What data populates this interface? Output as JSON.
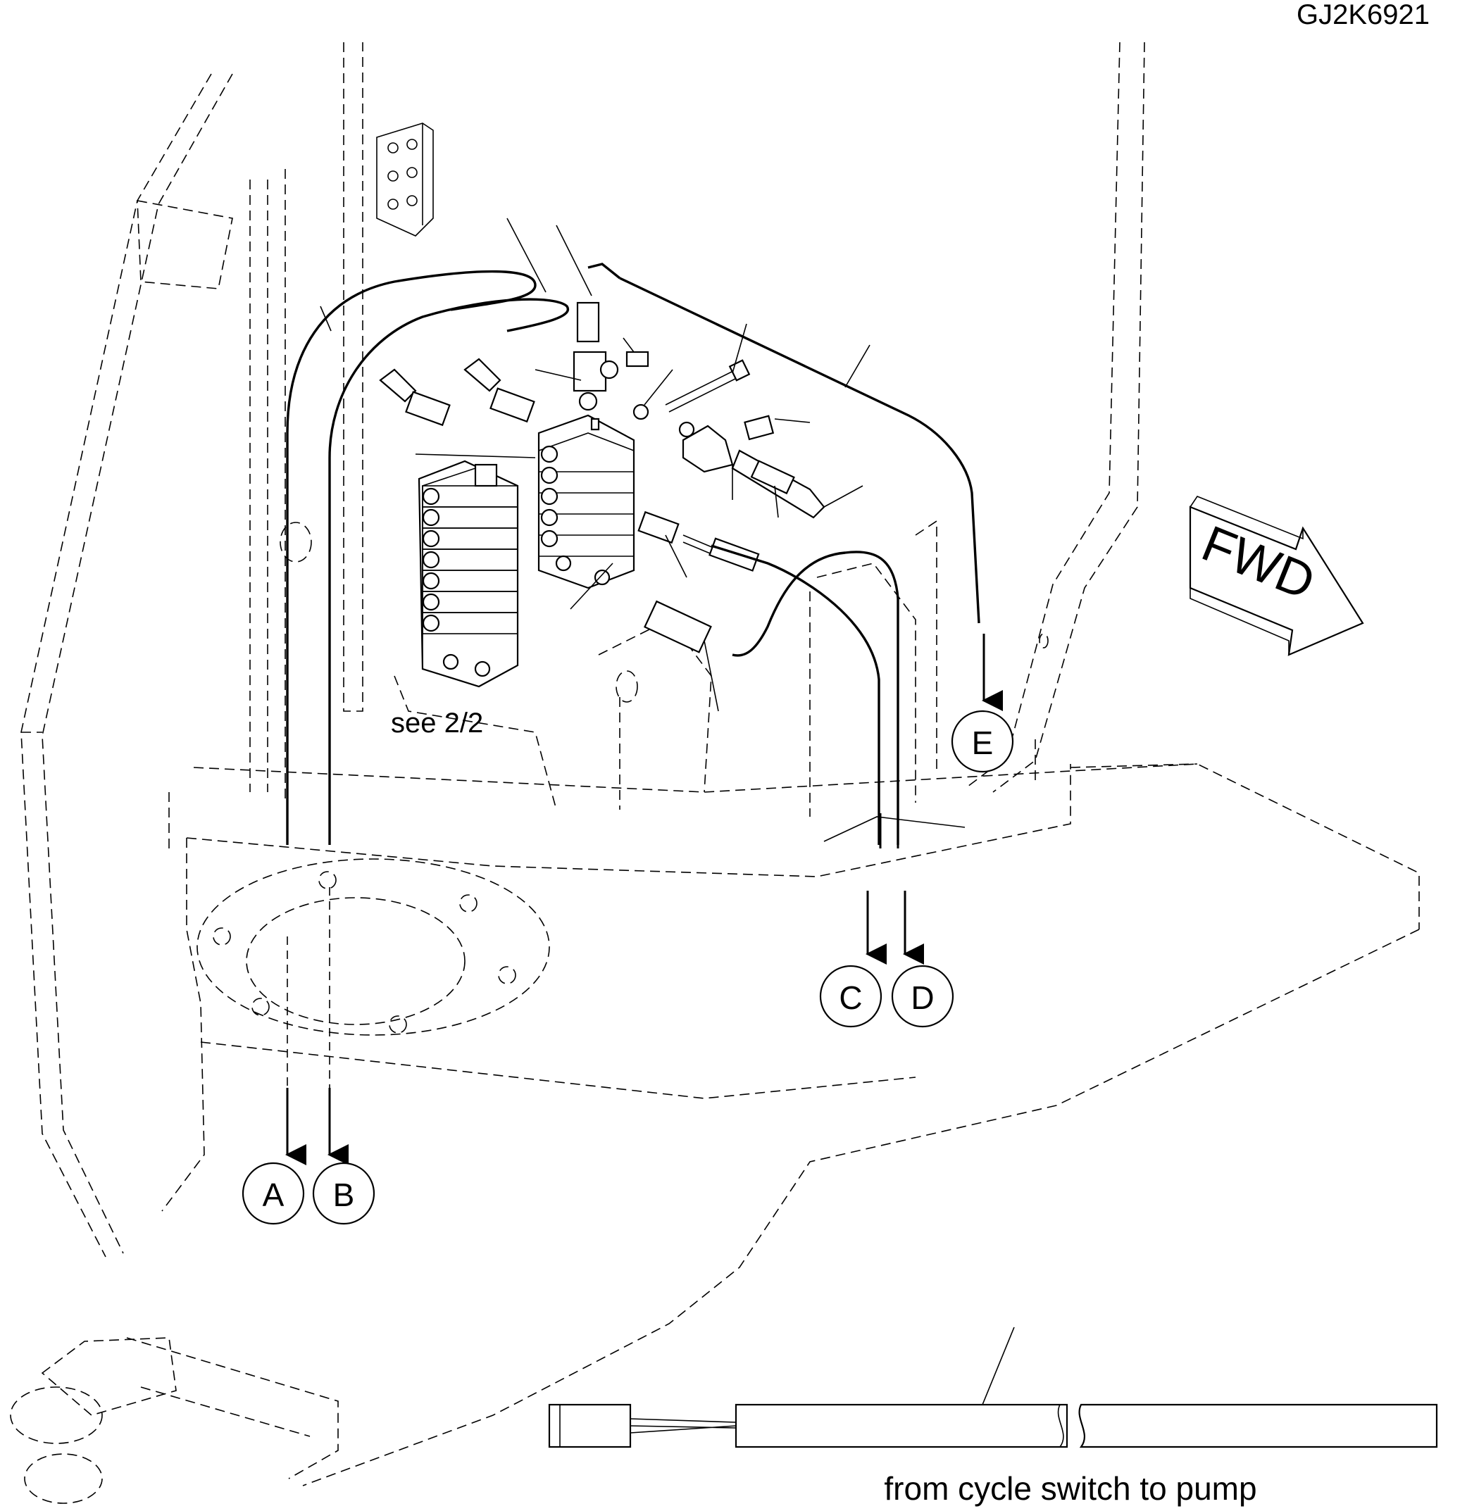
{
  "drawing_id": "GJ2K6921",
  "callouts": {
    "a": "A",
    "b": "B",
    "c": "C",
    "d": "D",
    "e": "E"
  },
  "see_ref": "see 2/2",
  "fwd_label": "FWD",
  "cable_caption": "from cycle switch to pump"
}
